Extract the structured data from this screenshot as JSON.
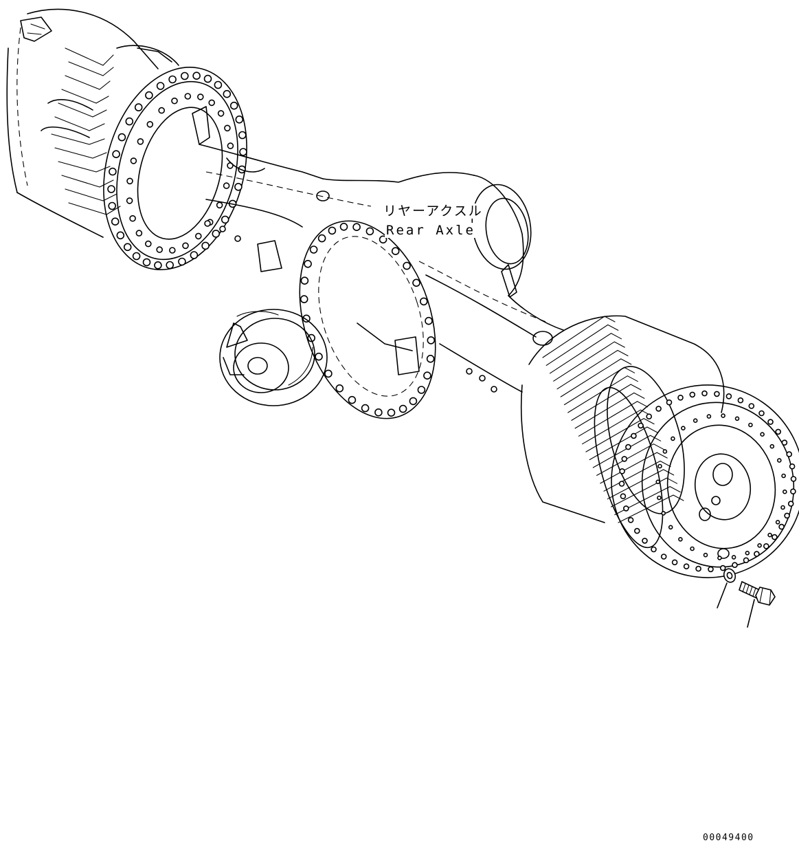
{
  "callout": {
    "label_jp": "リヤーアクスル",
    "label_en": "Rear Axle"
  },
  "drawing_number": "00049400",
  "parts": [
    {
      "name": "washer",
      "icon": "washer-icon"
    },
    {
      "name": "bolt",
      "icon": "bolt-icon"
    }
  ]
}
